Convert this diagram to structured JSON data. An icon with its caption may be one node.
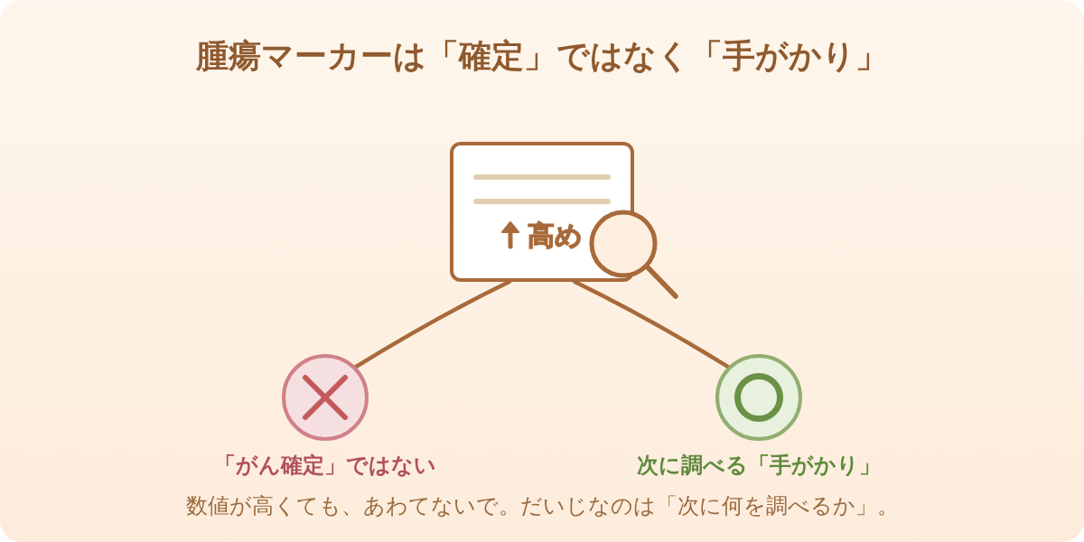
{
  "diagram": {
    "title": "腫瘍マーカーは「確定」ではなく「手がかり」",
    "caption": "数値が高くても、あわてないで。だいじなのは「次に何を調べるか」。",
    "nodes": [
      {
        "text": [
          "高め"
        ]
      },
      {
        "text": [],
        "shape": "circle",
        "beside": [
          "「がん確定」ではない"
        ]
      },
      {
        "text": [],
        "shape": "circle",
        "beside": [
          "次に調べる「手がかり」"
        ]
      }
    ],
    "edges": [
      {
        "from": 0,
        "to": 1,
        "arrow": "none"
      },
      {
        "from": 0,
        "to": 2,
        "arrow": "none"
      }
    ]
  }
}
